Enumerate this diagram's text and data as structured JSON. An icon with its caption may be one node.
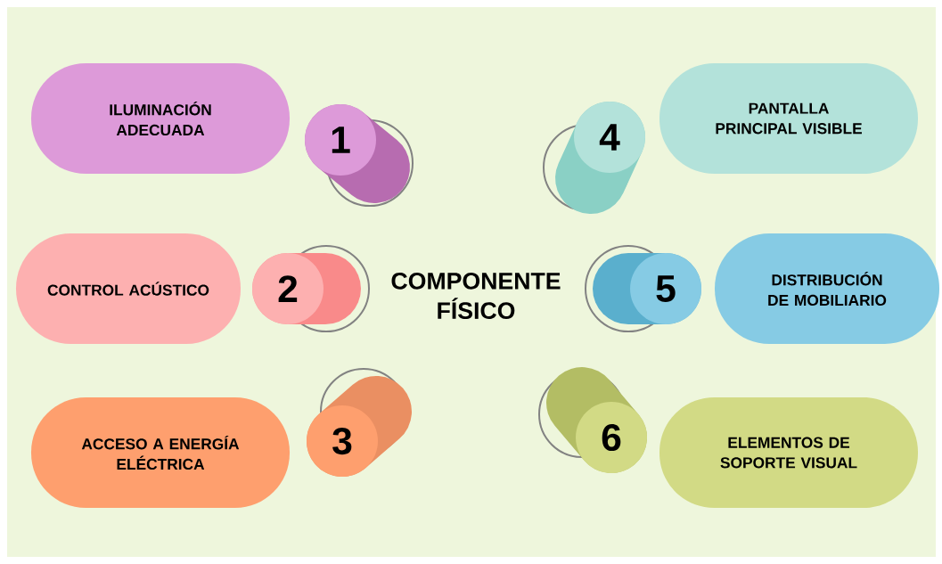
{
  "diagram": {
    "nodes": [
      {
        "text": [
          "ILUMINACIÓN ADECUADA"
        ]
      },
      {
        "text": [
          "1"
        ]
      },
      {
        "text": [
          "4"
        ]
      },
      {
        "text": [
          "PANTALLA PRINCIPAL VISIBLE"
        ]
      },
      {
        "text": [
          "CONTROL ACÚSTICO"
        ]
      },
      {
        "text": [
          "2"
        ]
      },
      {
        "text": [
          "5"
        ]
      },
      {
        "text": [
          "DISTRIBUCIÓN DE MOBILIARIO"
        ]
      },
      {
        "text": [
          "ACCESO A ENERGÍA ELÉCTRICA"
        ]
      },
      {
        "text": [
          "3"
        ]
      },
      {
        "text": [
          "6"
        ]
      },
      {
        "text": [
          "ELEMENTOS DE SOPORTE VISUAL"
        ]
      }
    ],
    "labels": [
      "COMPONENTE FÍSICO"
    ]
  }
}
